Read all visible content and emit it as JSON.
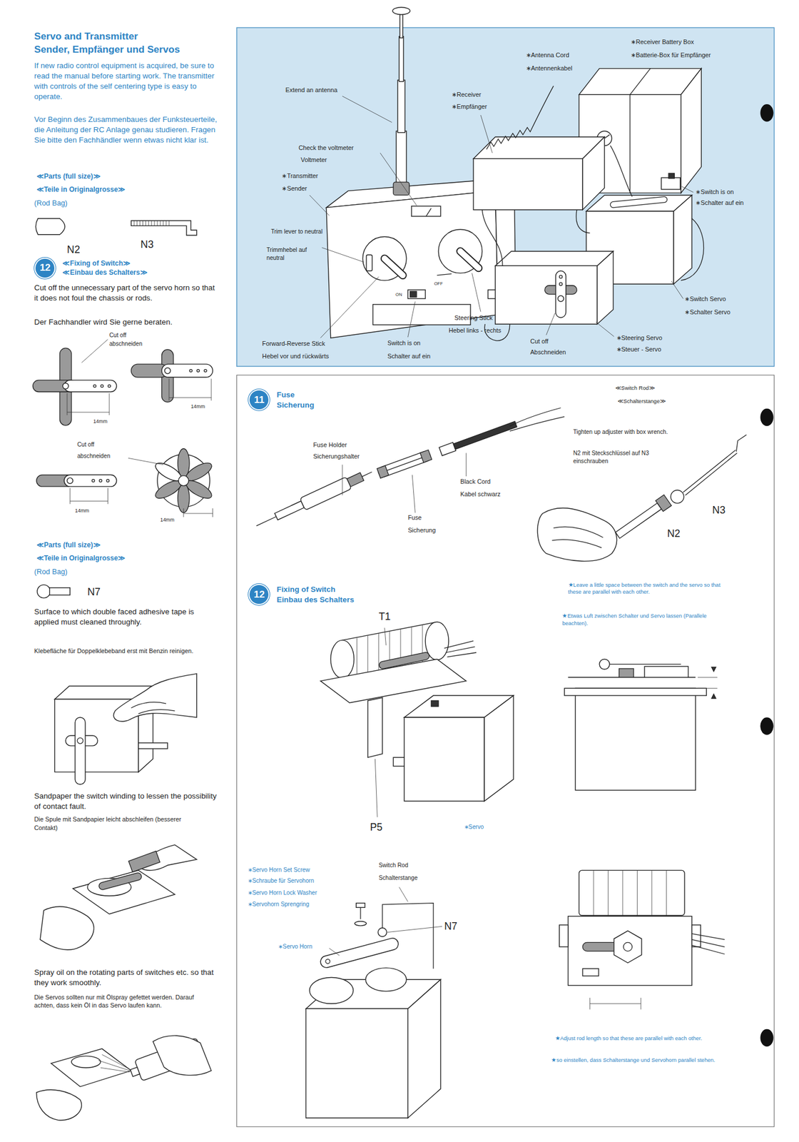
{
  "diagram": {
    "title": "Servo and Transmitter",
    "nodes": [
      {
        "text": [
          "12",
          "≪Fixing of Switch≫",
          "≪Einbau des Schalters≫"
        ]
      },
      {
        "text": [
          "11",
          "Fuse",
          "Sicherung"
        ]
      },
      {
        "text": [
          "12",
          "Fixing of Switch",
          "Einbau des Schalters"
        ]
      }
    ],
    "labels": [
      "Sender, Empfänger und Servos",
      "If new radio control equipment is acquired, be sure to read the manual before starting work. The transmitter with controls of the self centering type is easy to operate.",
      "Vor Beginn des Zusammenbaues der Funksteuerteile, die Anleitung der RC Anlage genau studieren. Fragen Sie bitte den Fachhändler wenn etwas nicht klar ist.",
      "≪Parts (full size)≫",
      "≪Teile in Originalgrosse≫",
      "(Rod Bag)",
      "N2",
      "N3",
      "Cut off the unnecessary part of the servo horn so that it does not foul the chassis or rods.",
      "Der Fachhandler wird Sie gerne beraten.",
      "Cut off",
      "abschneiden",
      "14mm",
      "14mm",
      "Cut off",
      "abschneiden",
      "14mm",
      "14mm",
      "≪Parts (full size)≫",
      "≪Teile in Originalgrosse≫",
      "(Rod Bag)",
      "N7",
      "Surface to which double faced adhesive tape is applied must cleaned throughly.",
      "Klebefläche für Doppelklebeband erst mit Benzin reinigen.",
      "Sandpaper the switch winding to lessen the possibility of contact fault.",
      "Die Spule mit Sandpapier leicht abschleifen (besserer Contakt)",
      "Spray oil on the rotating parts of switches etc. so that they work smoothly.",
      "Die Servos sollten nur mit Ölspray gefettet werden. Darauf achten, dass kein Öl in das Servo laufen kann.",
      "Extend an antenna",
      "Check the voltmeter",
      "Voltmeter",
      "∗Transmitter",
      "∗Sender",
      "Trim lever to neutral",
      "Trimmhebel auf neutral",
      "Forward-Reverse Stick",
      "Hebel vor und rückwärts",
      "Switch is on",
      "Schalter auf ein",
      "Steering Stick",
      "Hebel links - rechts",
      "Cut off",
      "Abschneiden",
      "∗Receiver",
      "∗Empfänger",
      "∗Antenna Cord",
      "∗Antennenkabel",
      "∗Receiver Battery Box",
      "∗Batterie-Box für Empfänger",
      "∗Switch is on",
      "∗Schalter auf ein",
      "∗Switch Servo",
      "∗Schalter Servo",
      "∗Steering Servo",
      "∗Steuer - Servo",
      "ON",
      "OFF",
      "Fuse Holder",
      "Sicherungshalter",
      "Black Cord",
      "Kabel schwarz",
      "Fuse",
      "Sicherung",
      "≪Switch Rod≫",
      "≪Schalterstange≫",
      "Tighten up adjuster with box wrench.",
      "N2 mit Steckschlüssel auf N3 einschrauben",
      "N3",
      "N2",
      "★Leave a little space between the switch and the servo so that these are parallel with each other.",
      "★Etwas Luft zwischen Schalter und Servo lassen (Parallele beachten).",
      "T1",
      "P5",
      "∗Servo",
      "∗Servo Horn Set Screw",
      "∗Schraube für Servohorn",
      "∗Servo Horn Lock Washer",
      "∗Servohorn Sprengring",
      "∗Servo Horn",
      "Switch Rod",
      "Schalterstange",
      "N7",
      "★Adjust rod length so that these are parallel with each other.",
      "★so einstellen, dass Schalterstange und Servohorn parallel stehen."
    ]
  }
}
